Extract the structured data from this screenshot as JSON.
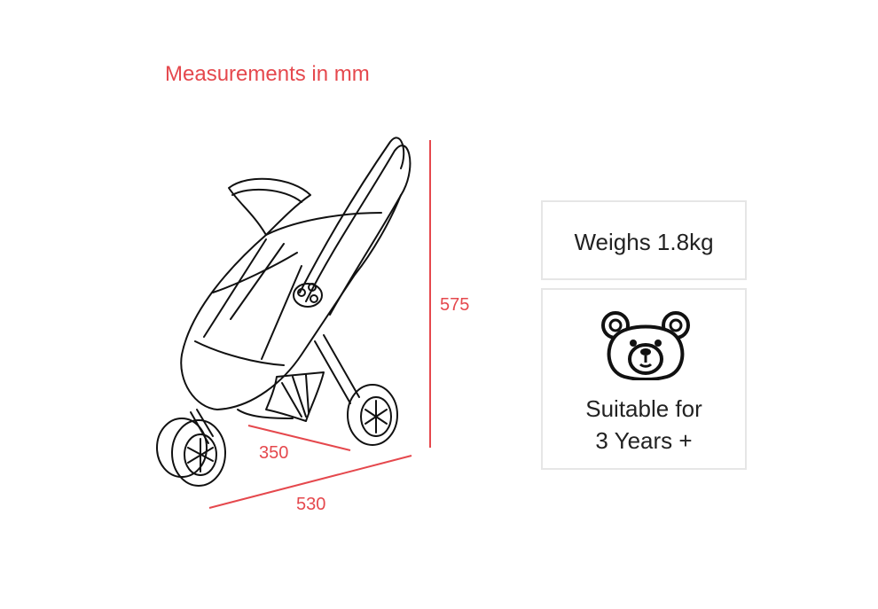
{
  "heading": "Measurements in mm",
  "dimensions": {
    "height_label": "575",
    "depth_label": "350",
    "length_label": "530"
  },
  "info": {
    "weight": "Weighs 1.8kg",
    "age_line1": "Suitable for",
    "age_line2": "3 Years +"
  },
  "icons": [
    "stroller-illustration",
    "teddy-bear-icon"
  ],
  "colors": {
    "accent": "#e5484d",
    "text": "#222222",
    "border": "#e6e6e6"
  }
}
